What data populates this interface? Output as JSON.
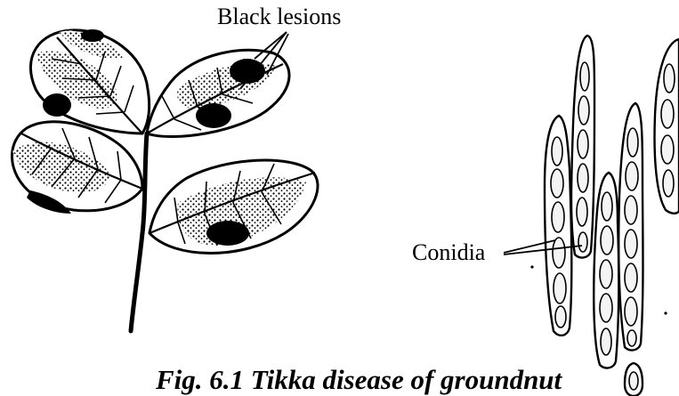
{
  "labels": {
    "lesions": "Black lesions",
    "conidia": "Conidia"
  },
  "caption": "Fig. 6.1 Tikka disease of groundnut"
}
